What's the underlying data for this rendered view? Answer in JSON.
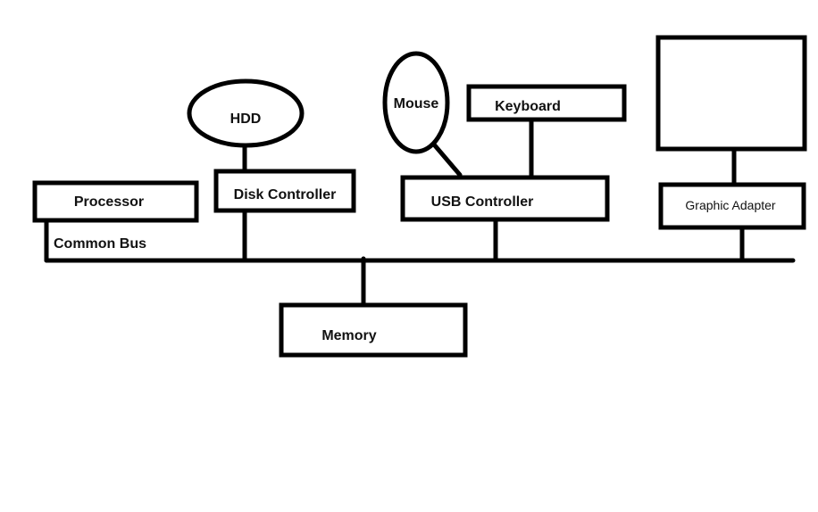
{
  "labels": {
    "processor": "Processor",
    "disk_controller": "Disk Controller",
    "hdd": "HDD",
    "mouse": "Mouse",
    "keyboard": "Keyboard",
    "usb_controller": "USB Controller",
    "graphic_adapter": "Graphic Adapter",
    "memory": "Memory",
    "common_bus": "Common Bus"
  }
}
